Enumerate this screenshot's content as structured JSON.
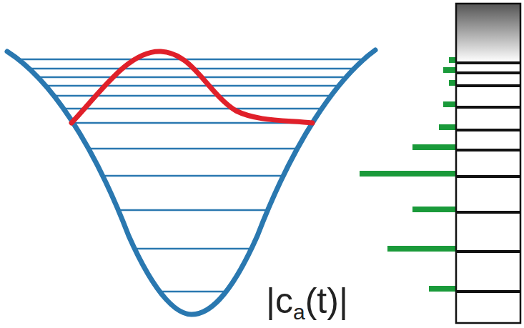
{
  "diagram": {
    "labels": [
      "|c",
      "a",
      "(t)|"
    ]
  }
}
